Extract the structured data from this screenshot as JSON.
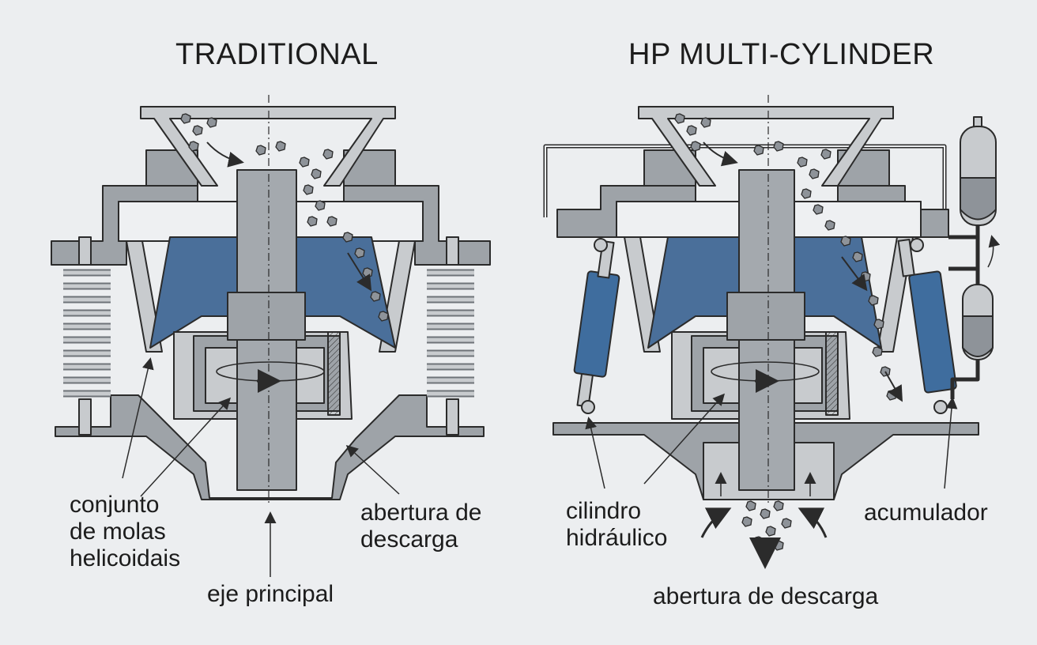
{
  "left_panel": {
    "title": "TRADITIONAL",
    "labels": {
      "springs": [
        "conjunto",
        "de molas",
        "helicoidais"
      ],
      "main_shaft": "eje principal",
      "discharge": [
        "abertura de",
        "descarga"
      ]
    }
  },
  "right_panel": {
    "title": "HP MULTI-CYLINDER",
    "labels": {
      "cylinder": [
        "cilindro",
        "hidráulico"
      ],
      "accumulator": "acumulador",
      "discharge": "abertura de descarga"
    }
  },
  "colors": {
    "background": "#eceef0",
    "steel": "#9ea3a8",
    "steel_light": "#c8cbce",
    "outline": "#2b2b2b",
    "mantle_blue": "#4a6f9a",
    "cylinder_blue": "#3f6d9e"
  },
  "icons": [
    "coil-spring-icon",
    "hydraulic-cylinder-icon",
    "accumulator-icon",
    "rock-particles-icon",
    "rotation-arrow-icon"
  ]
}
